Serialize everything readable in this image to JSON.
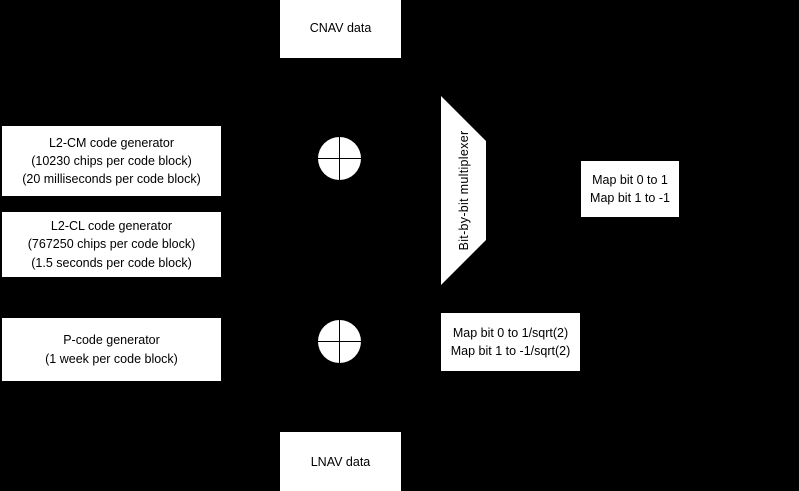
{
  "diagram": {
    "title": "GPS L2 signal generation block diagram",
    "background_color": "#000000",
    "box_fill_color": "#ffffff",
    "text_color": "#000000"
  },
  "nodes": {
    "cnav_data": {
      "label": "CNAV data"
    },
    "lnav_data": {
      "label": "LNAV data"
    },
    "l2cm_generator": {
      "line1": "L2-CM code generator",
      "line2": "(10230 chips per code block)",
      "line3": "(20 milliseconds per code block)"
    },
    "l2cl_generator": {
      "line1": "L2-CL code generator",
      "line2": "(767250 chips per code block)",
      "line3": "(1.5 seconds per code block)"
    },
    "p_code_generator": {
      "line1": "P-code generator",
      "line2": "(1 week per code block)"
    },
    "multiplexer": {
      "label": "Bit-by-bit multiplexer"
    },
    "map_unit": {
      "line1": "Map bit 0 to 1",
      "line2": "Map bit 1 to -1"
    },
    "map_sqrt": {
      "line1": "Map bit 0 to 1/sqrt(2)",
      "line2": "Map bit 1 to -1/sqrt(2)"
    },
    "modulo_adder_top": {
      "icon": "circle-plus-icon"
    },
    "modulo_adder_bottom": {
      "icon": "circle-plus-icon"
    }
  }
}
